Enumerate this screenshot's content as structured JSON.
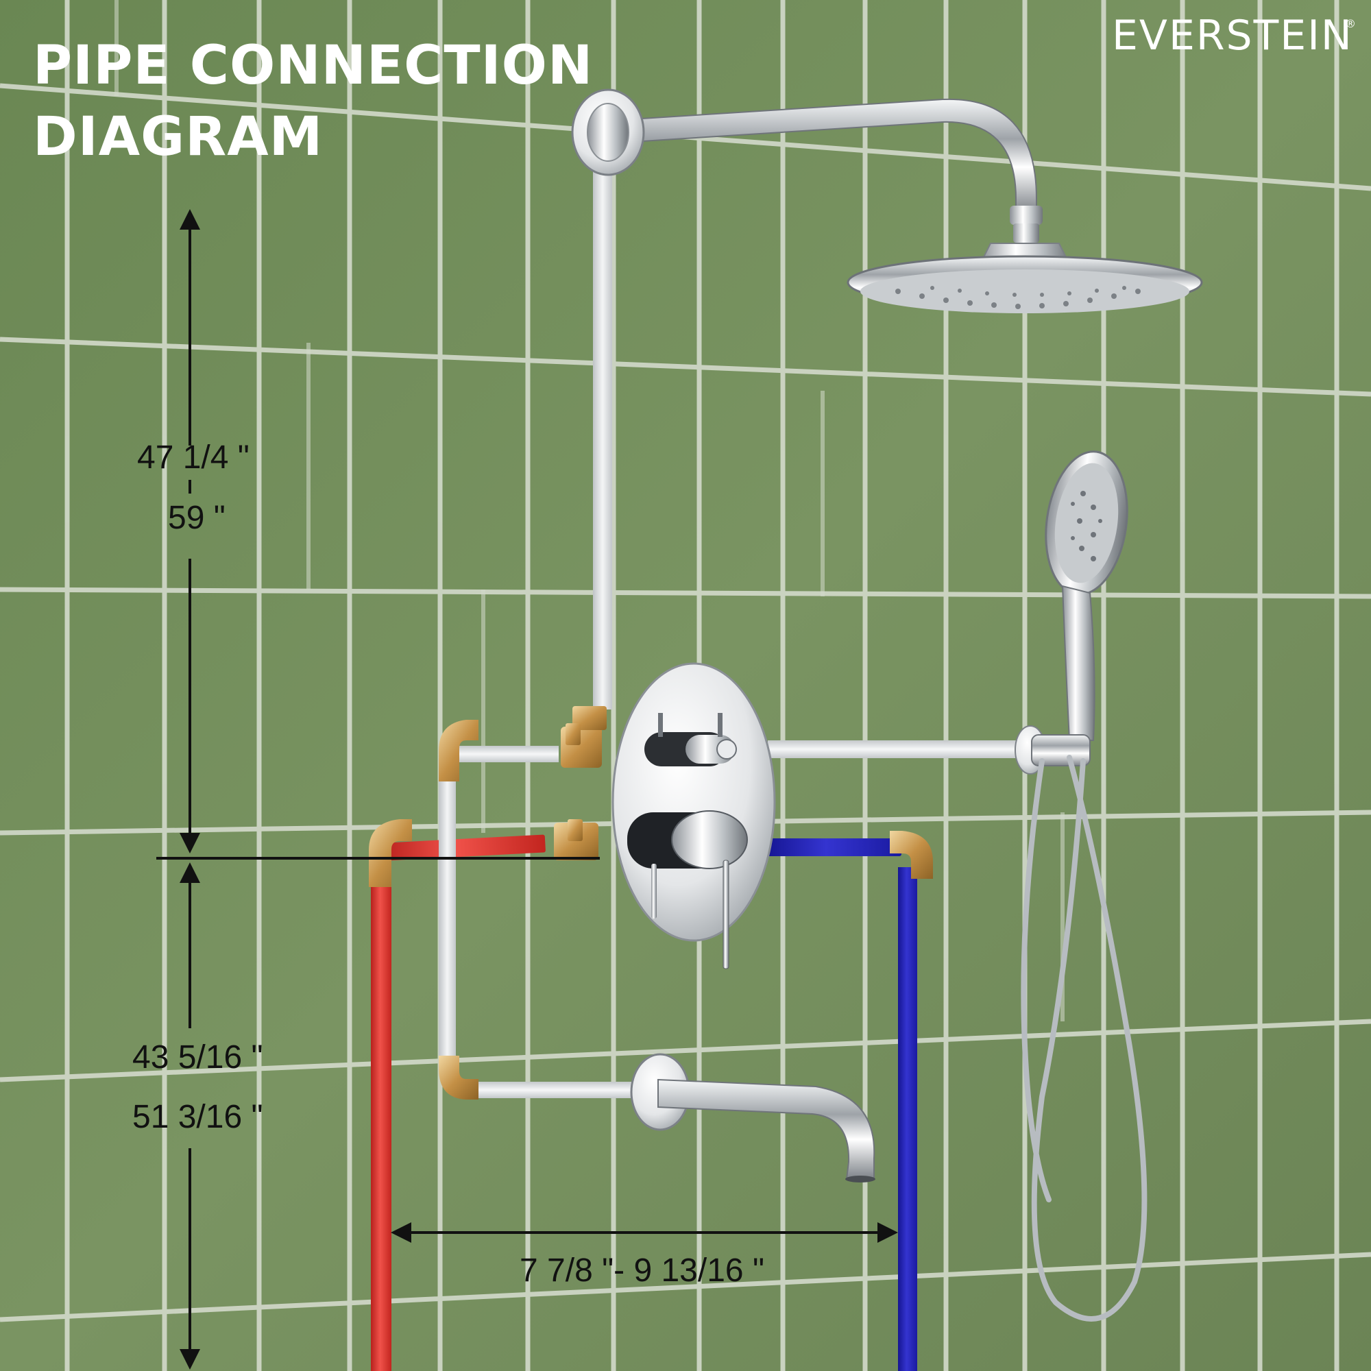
{
  "title": {
    "line1": "PIPE CONNECTION",
    "line2": "DIAGRAM"
  },
  "brand": {
    "name": "EVERSTEIN",
    "registered": "®"
  },
  "dimensions": {
    "upper_min": "47 1/4 \"",
    "upper_max": "59 \"",
    "lower_min": "43 5/16 \"",
    "lower_max": "51 3/16 \"",
    "horizontal": "7 7/8 \"- 9 13/16 \""
  },
  "colors": {
    "wall_tile": "#6f8a58",
    "grout": "#d6dccd",
    "hot_pipe": "#e23b36",
    "cold_pipe": "#2424b4",
    "brass_fitting": "#c89b50",
    "chrome": "#d9dde0",
    "white_pipe": "#e8e8e8",
    "text_dark": "#111111",
    "text_light": "#ffffff"
  },
  "icons": [
    "rain-shower-head-icon",
    "hand-shower-icon",
    "valve-trim-icon",
    "tub-spout-icon",
    "hose-icon"
  ]
}
